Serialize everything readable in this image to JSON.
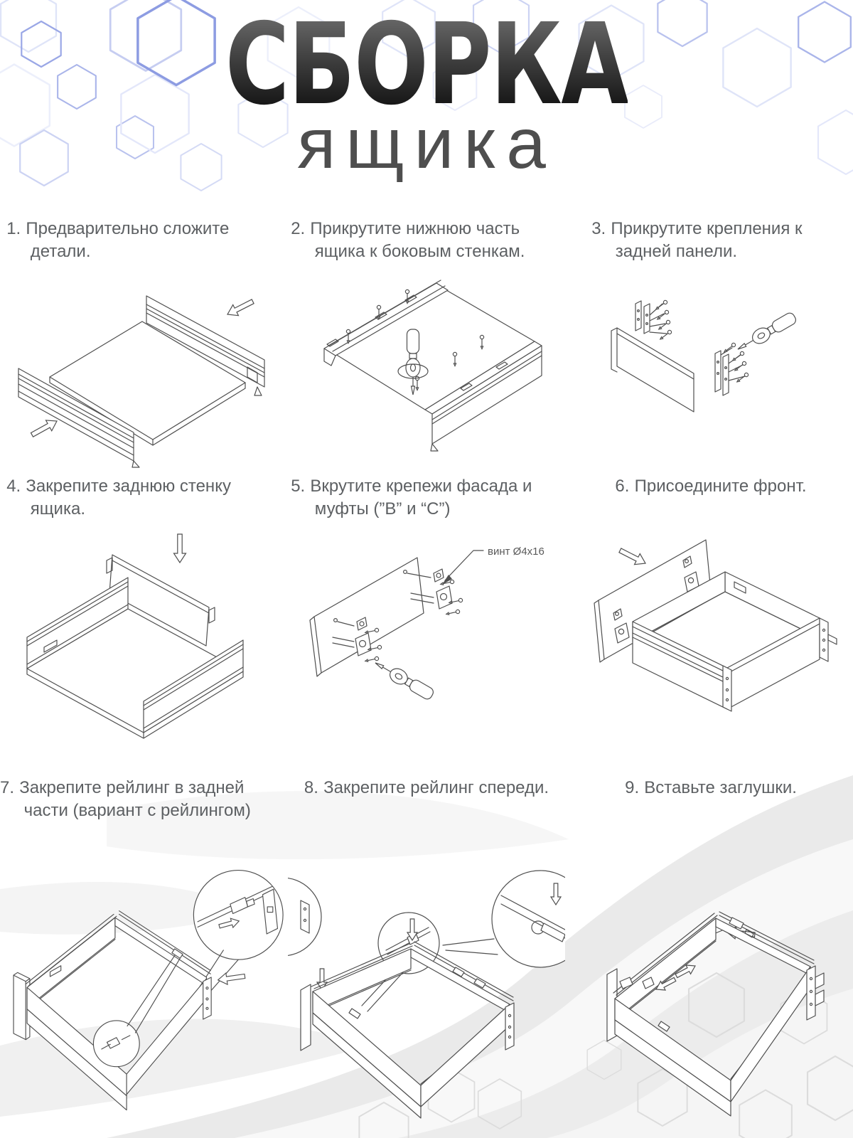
{
  "title": {
    "main": "СБОРКА",
    "sub": "ящика"
  },
  "steps": [
    {
      "num": "1.",
      "text": "Предварительно сложите детали."
    },
    {
      "num": "2.",
      "text": "Прикрутите нижнюю часть ящика к боковым стенкам."
    },
    {
      "num": "3.",
      "text": "Прикрутите крепления к задней панели."
    },
    {
      "num": "4.",
      "text": "Закрепите заднюю стенку ящика."
    },
    {
      "num": "5.",
      "text": "Вкрутите крепежи фасада и муфты (”B” и “C”)"
    },
    {
      "num": "6.",
      "text": "Присоедините фронт."
    },
    {
      "num": "7.",
      "text": "Закрепите рейлинг в задней части (вариант с рейлингом)"
    },
    {
      "num": "8.",
      "text": "Закрепите рейлинг спереди."
    },
    {
      "num": "9.",
      "text": "Вставьте заглушки."
    }
  ],
  "annotations": {
    "screw_label": "винт Ø4x16"
  },
  "colors": {
    "title_gradient_top": "#6d6d6d",
    "title_gradient_bottom": "#0b0b0b",
    "subtitle": "#4e4e4e",
    "caption": "#5d6063",
    "line_art": "#4f4f4f",
    "hexagon_strong": "#8d9ce2",
    "hexagon_medium": "#b9c2ee",
    "hexagon_light": "#dfe4f8",
    "hexagon_gray": "#dcdcdc",
    "swoosh_gray": "#eaeaea"
  }
}
